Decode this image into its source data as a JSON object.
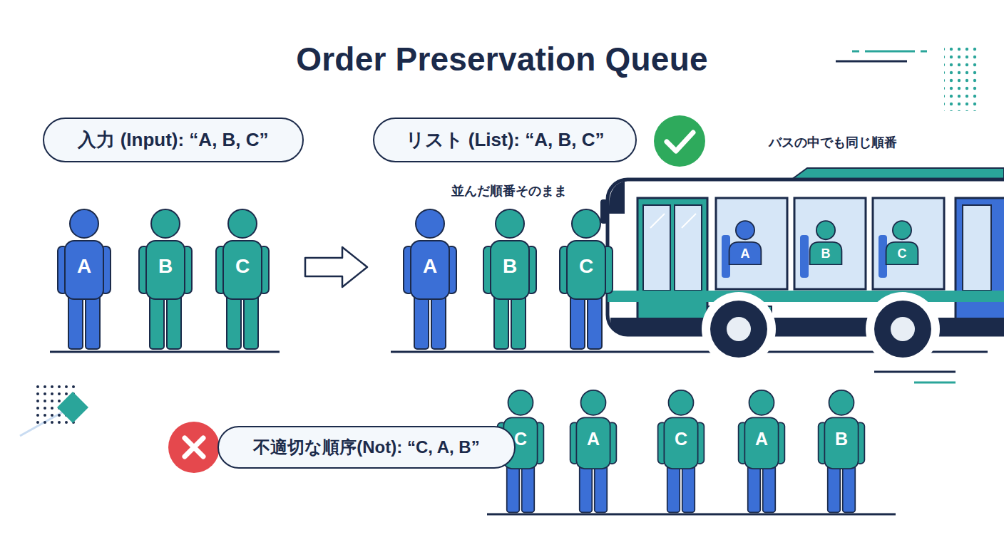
{
  "diagram": {
    "title": "Order Preservation Queue",
    "nodes": [
      {
        "text": [
          "入力 (Input): “A, B, C”"
        ]
      },
      {
        "text": [
          "リスト (List): “A, B, C”"
        ]
      },
      {
        "text": [
          "不適切な順序(Not): “C, A, B”"
        ]
      }
    ],
    "labels": [
      "バスの中でも同じ順番",
      "並んだ順番そのまま",
      "A",
      "B",
      "C",
      "A",
      "B",
      "C",
      "A",
      "B",
      "C",
      "C",
      "A",
      "C",
      "A",
      "B"
    ]
  }
}
